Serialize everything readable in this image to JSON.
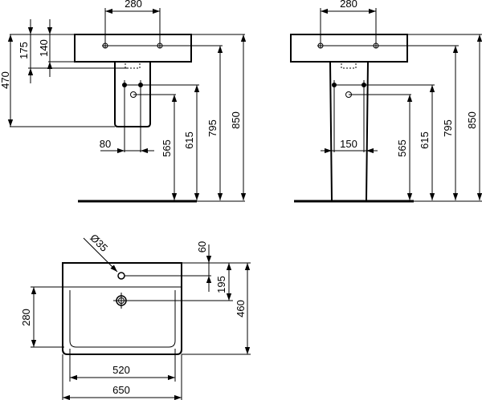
{
  "side_view_half_pedestal": {
    "tap_hole_spacing": "280",
    "hole_depth_from_top": "175",
    "basin_height": "140",
    "half_pedestal_bottom_from_top": "470",
    "supply_spacing": "80",
    "waste_height": "565",
    "supply_height": "615",
    "tap_height": "795",
    "rim_height": "850"
  },
  "side_view_full_pedestal": {
    "tap_hole_spacing": "280",
    "pedestal_width": "150",
    "waste_height": "565",
    "supply_height": "615",
    "tap_height": "795",
    "rim_height": "850"
  },
  "plan_view": {
    "tap_hole_diameter": "Ø35",
    "tap_hole_from_back": "60",
    "waste_from_back": "195",
    "depth": "460",
    "bowl_depth": "280",
    "bowl_width": "520",
    "overall_width": "650"
  }
}
